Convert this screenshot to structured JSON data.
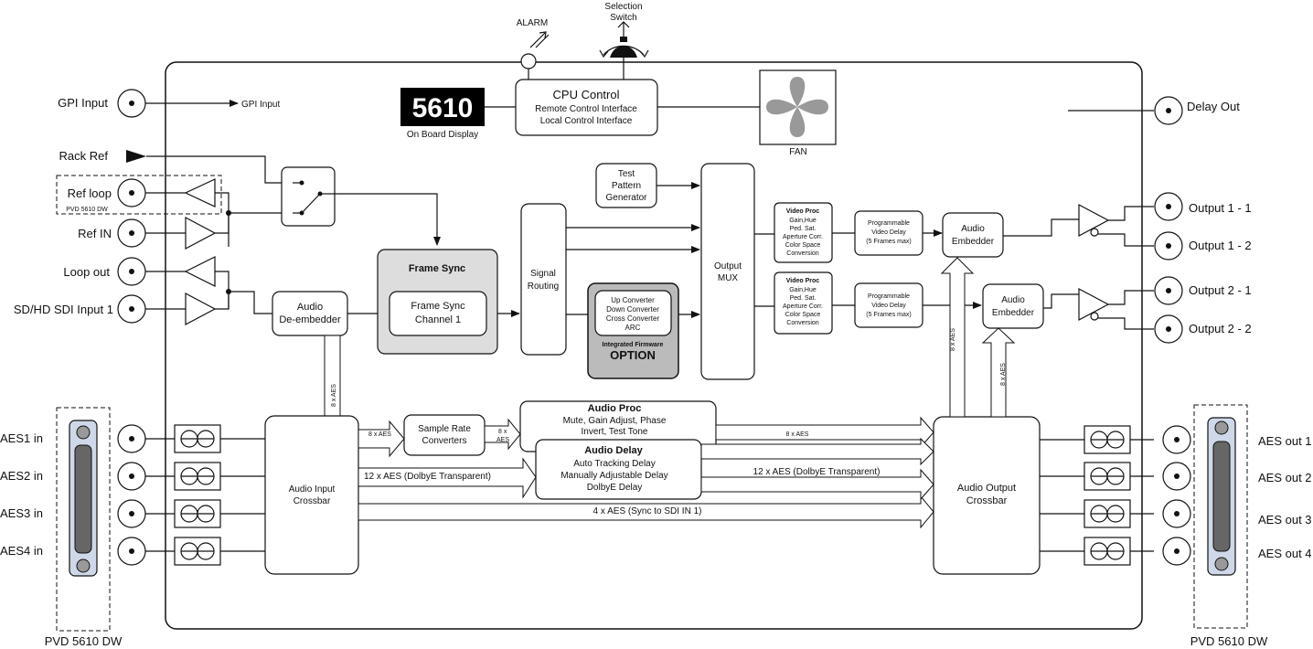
{
  "display": {
    "model": "5610",
    "caption": "On Board Display"
  },
  "top": {
    "alarm": "ALARM",
    "selection_switch": [
      "Selection",
      "Switch"
    ],
    "fan": "FAN"
  },
  "cpu": {
    "title": "CPU Control",
    "lines": [
      "Remote Control Interface",
      "Local Control Interface"
    ]
  },
  "left_io": {
    "gpi_input": "GPI Input",
    "gpi_internal": "GPI Input",
    "rack_ref": "Rack Ref",
    "ref_loop": "Ref loop",
    "pvd_small": "PVD 5610 DW",
    "ref_in": "Ref IN",
    "loop_out": "Loop out",
    "sdi_input": "SD/HD SDI Input 1",
    "aes_in": [
      "AES1 in",
      "AES2 in",
      "AES3 in",
      "AES4 in"
    ],
    "pvd_bottom": "PVD 5610 DW"
  },
  "right_io": {
    "delay_out": "Delay Out",
    "outputs": [
      "Output 1 - 1",
      "Output 1 - 2",
      "Output 2 - 1",
      "Output 2 - 2"
    ],
    "aes_out": [
      "AES out 1",
      "AES out 2",
      "AES out 3",
      "AES out 4"
    ],
    "pvd_bottom": "PVD 5610 DW"
  },
  "blocks": {
    "audio_deembedder": [
      "Audio",
      "De-embedder"
    ],
    "frame_sync_title": "Frame Sync",
    "frame_sync_channel": [
      "Frame Sync",
      "Channel 1"
    ],
    "test_pattern": [
      "Test",
      "Pattern",
      "Generator"
    ],
    "signal_routing": [
      "Signal",
      "Routing"
    ],
    "option_inner": [
      "Up Converter",
      "Down Converter",
      "Cross Converter",
      "ARC"
    ],
    "option_caption": "Integrated Firmware",
    "option_title": "OPTION",
    "output_mux": [
      "Output",
      "MUX"
    ],
    "video_proc_title": "Video Proc",
    "video_proc_lines": [
      "Gain,Hue",
      "Ped. Sat.",
      "Aperture Corr.",
      "Color Space",
      "Conversion"
    ],
    "prog_delay": [
      "Programmable",
      "Video Delay",
      "(5 Frames max)"
    ],
    "audio_embedder": [
      "Audio",
      "Embedder"
    ],
    "audio_input_crossbar": [
      "Audio Input",
      "Crossbar"
    ],
    "sample_rate": [
      "Sample Rate",
      "Converters"
    ],
    "audio_proc_title": "Audio Proc",
    "audio_proc_lines": [
      "Mute, Gain Adjust, Phase",
      "Invert, Test Tone"
    ],
    "audio_delay_title": "Audio Delay",
    "audio_delay_lines": [
      "Auto Tracking Delay",
      "Manually Adjustable Delay",
      "DolbyE Delay"
    ],
    "audio_output_crossbar": [
      "Audio Output",
      "Crossbar"
    ]
  },
  "signals": {
    "aes8": "8 x AES",
    "aes8_short": [
      "8 x",
      "AES"
    ],
    "aes12_dolby": "12 x AES (DolbyE Transparent)",
    "aes4_sync": "4 x AES (Sync to SDI IN 1)"
  }
}
